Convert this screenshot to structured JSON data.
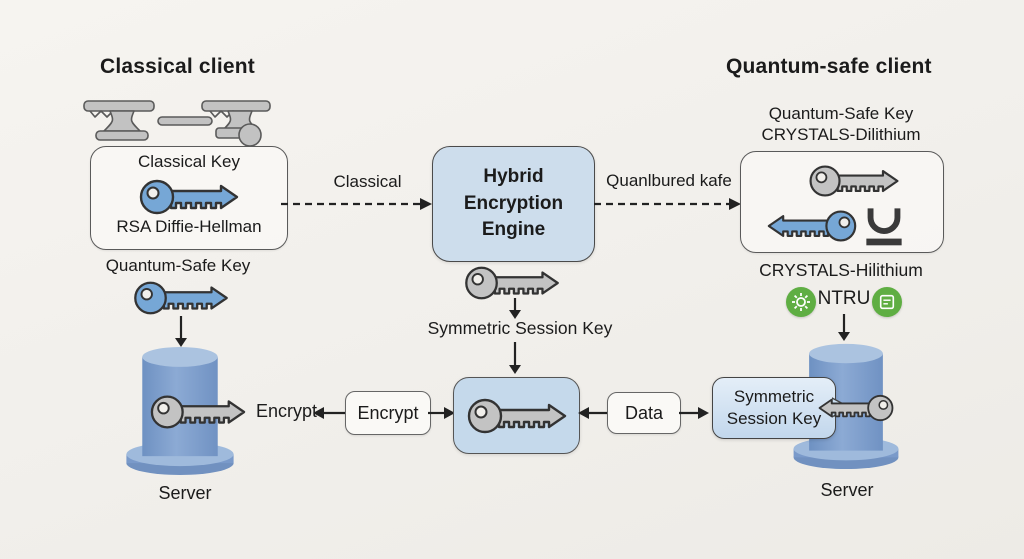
{
  "left": {
    "title": "Classical client",
    "box": {
      "title": "Classical Key",
      "subtitle": "RSA Diffie-Hellman"
    },
    "quantum_safe_key_label": "Quantum-Safe Key",
    "server_label": "Server"
  },
  "center": {
    "engine_label": "Hybrid\nEncryption\nEngine",
    "classical_link_label": "Classical",
    "quantum_link_label": "Quanlbured kafe",
    "session_key_label": "Symmetric Session Key",
    "encrypt_caption": "Encrypt",
    "encrypt_box_label": "Encrypt",
    "data_box_label": "Data"
  },
  "right": {
    "title": "Quantum-safe client",
    "caption_line1": "Quantum-Safe Key",
    "caption_line2": "CRYSTALS-Dilithium",
    "below_box_caption": "CRYSTALS-Hilithium",
    "ntru_label": "NTRU",
    "session_box_label": "Symmetric\nSession Key",
    "server_label": "Server"
  },
  "colors": {
    "background": "#f1efeb",
    "engine_box_fill": "#cdddec",
    "key_blue": "#76a7d6",
    "key_gray": "#c3c3c3",
    "cylinder_blue": "#7b9dcb",
    "green_badge": "#5fae43",
    "text": "#1b1b1b"
  }
}
